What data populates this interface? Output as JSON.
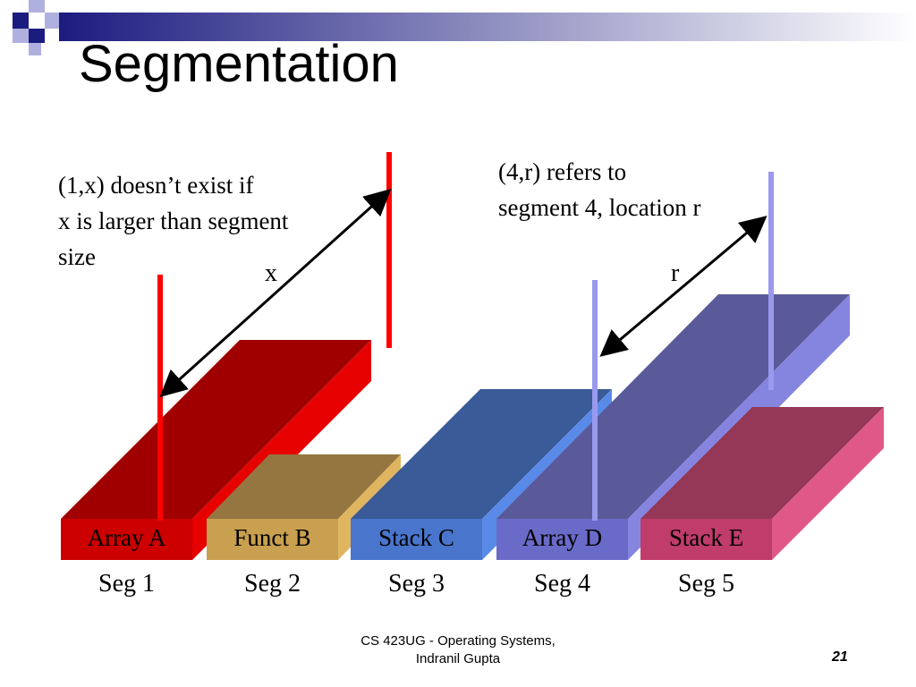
{
  "slide": {
    "title": "Segmentation",
    "note_left": [
      "(1,x) doesn’t exist if",
      "x is larger than segment",
      "size"
    ],
    "note_right": [
      "(4,r) refers to",
      "segment 4, location r"
    ],
    "label_x": "x",
    "label_r": "r"
  },
  "segments": [
    {
      "name": "Array A",
      "caption": "Seg 1",
      "front": "#cc0000",
      "top": "#a00000",
      "side": "#e60000"
    },
    {
      "name": "Funct B",
      "caption": "Seg 2",
      "front": "#c8a050",
      "top": "#957540",
      "side": "#e0b560"
    },
    {
      "name": "Stack C",
      "caption": "Seg 3",
      "front": "#4a75cc",
      "top": "#3a5a98",
      "side": "#5a8ae8"
    },
    {
      "name": "Array D",
      "caption": "Seg 4",
      "front": "#6a6ac8",
      "top": "#5a5a9a",
      "side": "#8585e0"
    },
    {
      "name": "Stack E",
      "caption": "Seg 5",
      "front": "#c03c6a",
      "top": "#953858",
      "side": "#e05888"
    }
  ],
  "colors": {
    "red_marker": "#ff0000",
    "blue_marker": "#9999ee",
    "arrow": "#000000"
  },
  "footer": {
    "line1": "CS 423UG - Operating Systems,",
    "line2": "Indranil Gupta",
    "page": "21"
  }
}
